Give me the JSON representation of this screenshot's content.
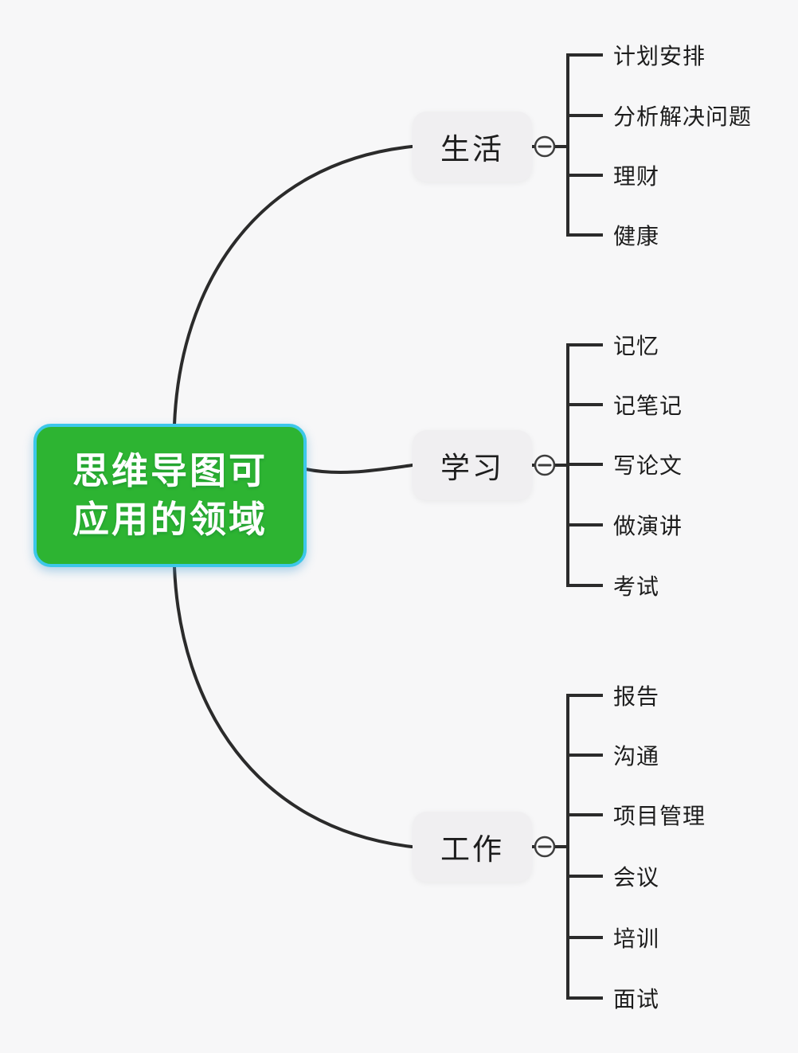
{
  "root": {
    "title_line1": "思维导图可",
    "title_line2": "应用的领域"
  },
  "branches": [
    {
      "label": "生活",
      "collapse_icon": "minus-circle",
      "children": [
        "计划安排",
        "分析解决问题",
        "理财",
        "健康"
      ]
    },
    {
      "label": "学习",
      "collapse_icon": "minus-circle",
      "children": [
        "记忆",
        "记笔记",
        "写论文",
        "做演讲",
        "考试"
      ]
    },
    {
      "label": "工作",
      "collapse_icon": "minus-circle",
      "children": [
        "报告",
        "沟通",
        "项目管理",
        "会议",
        "培训",
        "面试"
      ]
    }
  ],
  "colors": {
    "background": "#f7f7f8",
    "root_fill": "#2db432",
    "root_border": "#3cc7e9",
    "root_text": "#ffffff",
    "branch_fill": "#f0eff1",
    "text": "#1d1d1d",
    "line": "#2b2b2b"
  }
}
